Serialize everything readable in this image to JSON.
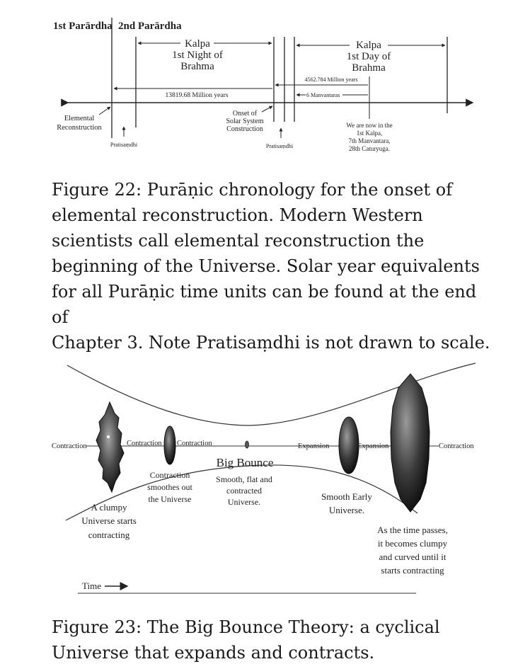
{
  "figure22": {
    "header_parardha1": "1st Parārdha",
    "header_parardha2": "2nd Parārdha",
    "kalpa_left": "Kalpa",
    "night_line1": "1st Night of",
    "night_line2": "Brahma",
    "kalpa_right": "Kalpa",
    "day_line1": "1st Day of",
    "day_line2": "Brahma",
    "million_4562": "4562.784 Million years",
    "million_13819": "13819.68 Million years",
    "manvantaras": "6 Manvantaras",
    "elemental_line1": "Elemental",
    "elemental_line2": "Reconstruction",
    "pratisandhi_left": "Pratisaṃdhi",
    "onset_line1": "Onset of",
    "onset_line2": "Solar System",
    "onset_line3": "Construction",
    "pratisandhi_right": "Pratisaṃdhi",
    "now_line1": "We are now in the",
    "now_line2": "1st Kalpa,",
    "now_line3": "7th Manvantara,",
    "now_line4": "28th Caturyuga.",
    "caption": "Figure 22: Purāṇic chronology for the onset of\nelemental reconstruction. Modern Western\nscientists call elemental reconstruction the\nbeginning of the Universe. Solar year equivalents\nfor all Purāṇic time units can be found at the end of\nChapter 3. Note Pratisaṃdhi is not drawn to scale."
  },
  "figure23": {
    "contraction_left": "Contraction",
    "contraction_2": "Contraction",
    "contraction_3": "Contraction",
    "expansion_1": "Expansion",
    "expansion_2": "Expansion",
    "contraction_right": "Contraction",
    "big_bounce": "Big Bounce",
    "smooth_line1": "Smooth, flat and",
    "smooth_line2": "contracted",
    "smooth_line3": "Universe.",
    "smoothes_line1": "Contraction",
    "smoothes_line2": "smoothes out",
    "smoothes_line3": "the Universe",
    "clumpy_line1": "A clumpy",
    "clumpy_line2": "Universe starts",
    "clumpy_line3": "contracting",
    "early_line1": "Smooth Early",
    "early_line2": "Universe.",
    "passes_line1": "As the time passes,",
    "passes_line2": "it becomes clumpy",
    "passes_line3": "and curved until it",
    "passes_line4": "starts contracting",
    "time_label": "Time",
    "caption": "Figure 23: The Big Bounce Theory: a cyclical\nUniverse that expands and contracts."
  },
  "colors": {
    "ink": "#222222",
    "blob_dark": "#1e1e1e",
    "blob_light": "#9a9a9a"
  }
}
